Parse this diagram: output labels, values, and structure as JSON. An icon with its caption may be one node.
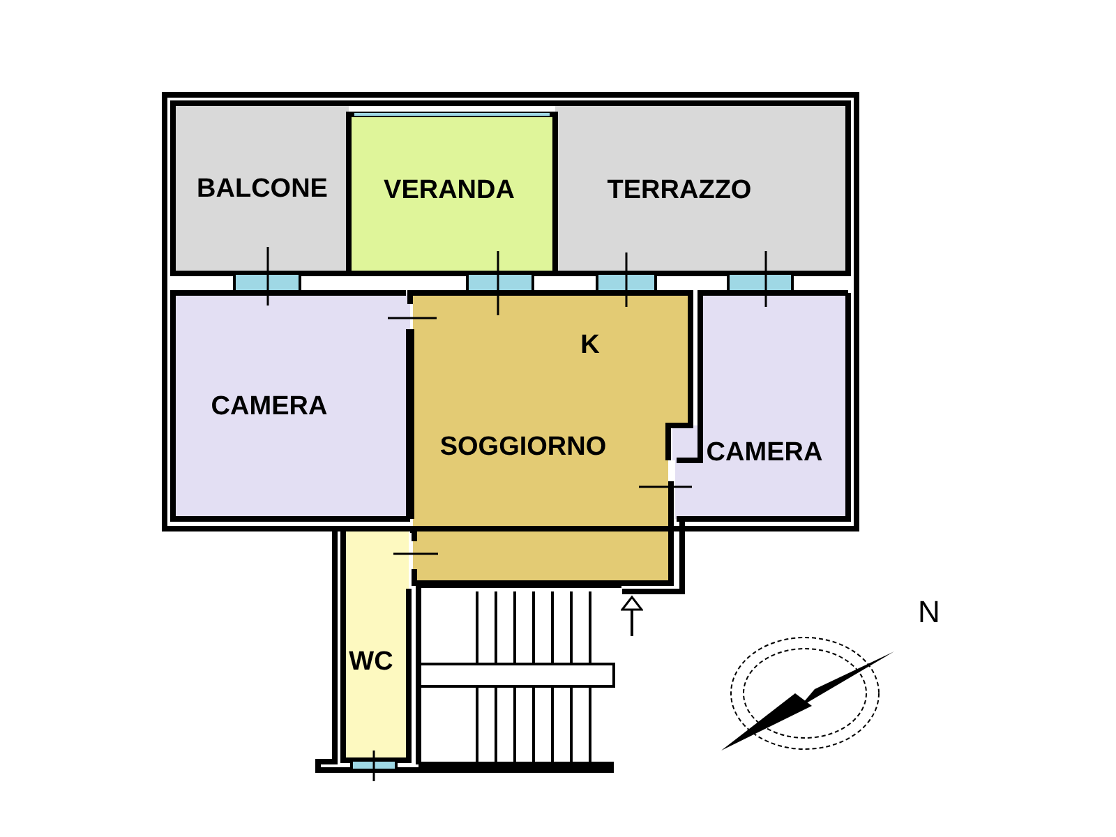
{
  "diagram": {
    "nodes": [
      {
        "text": [
          "BALCONE"
        ]
      },
      {
        "text": [
          "VERANDA"
        ]
      },
      {
        "text": [
          "TERRAZZO"
        ]
      },
      {
        "text": [
          "CAMERA"
        ]
      },
      {
        "text": [
          "K",
          "SOGGIORNO"
        ]
      },
      {
        "text": [
          "CAMERA"
        ]
      },
      {
        "text": [
          "WC"
        ]
      }
    ],
    "edges": [
      {
        "from": null,
        "to": 4,
        "arrow": "to"
      }
    ],
    "labels": [
      "N"
    ]
  }
}
